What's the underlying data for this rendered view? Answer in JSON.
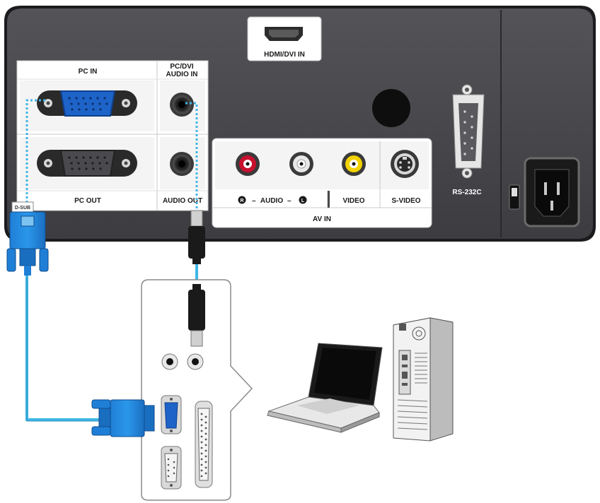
{
  "labels": {
    "hdmi_dvi_in": "HDMI/DVI IN",
    "pc_in": "PC IN",
    "pc_dvi_audio_in_1": "PC/DVI",
    "pc_dvi_audio_in_2": "AUDIO IN",
    "pc_out": "PC OUT",
    "audio_out": "AUDIO OUT",
    "audio_r": "R",
    "audio": "AUDIO",
    "audio_l": "L",
    "video": "VIDEO",
    "s_video": "S-VIDEO",
    "av_in": "AV IN",
    "rs232c": "RS-232C",
    "cable_tag": "D-SUB"
  },
  "colors": {
    "panel": "#47464a",
    "panel_dark": "#2f2e31",
    "cable_blue": "#3fb6e6",
    "vga_blue": "#1e63c8",
    "rca_red": "#c8102e",
    "rca_white": "#e8e8e8",
    "rca_yellow": "#f2d200"
  },
  "icons": [
    "hdmi-port-icon",
    "vga-port-icon",
    "audio-jack-icon",
    "rca-jack-icon",
    "svideo-port-icon",
    "serial-port-icon",
    "power-socket-icon",
    "laptop-icon",
    "desktop-tower-icon",
    "arrow-right-icon"
  ]
}
